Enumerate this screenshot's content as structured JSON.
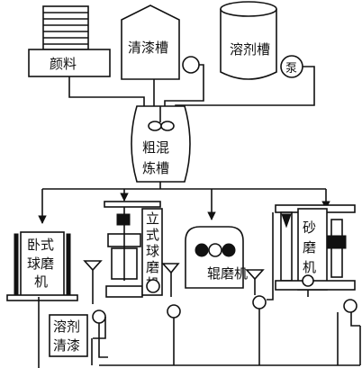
{
  "labels": {
    "pigment": "颜料",
    "clear_paint_tank": "清漆槽",
    "solvent_tank": "溶剂槽",
    "pump": "泵",
    "premix_tank": [
      "粗混",
      "炼槽"
    ],
    "horizontal_ball_mill": [
      "卧式",
      "球磨",
      "机"
    ],
    "vertical_ball_mill": [
      "立",
      "式",
      "球",
      "磨",
      "机"
    ],
    "roller_mill": "辊磨机",
    "sand_mill": [
      "砂",
      "磨",
      "机"
    ],
    "solvent_varnish": [
      "溶剂",
      "清漆"
    ]
  }
}
